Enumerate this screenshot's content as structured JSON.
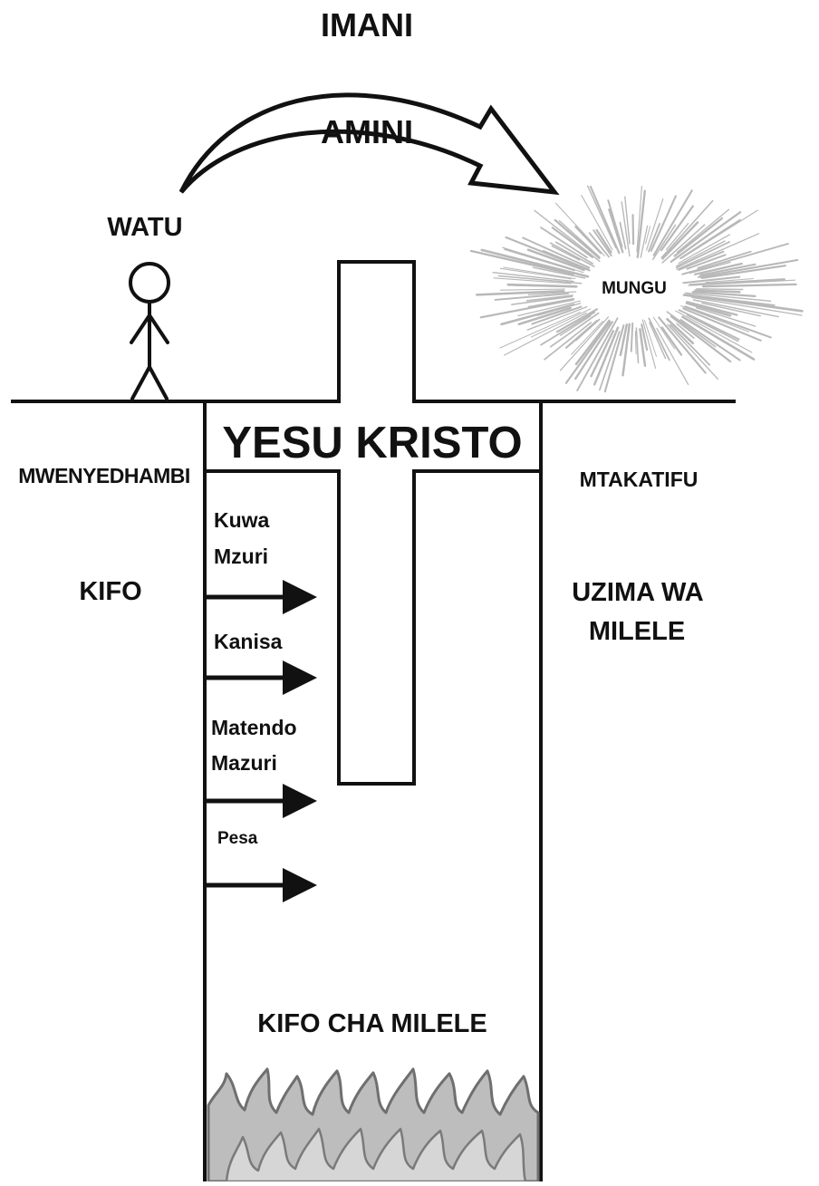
{
  "top": {
    "imani": "IMANI",
    "amini": "AMINI"
  },
  "left": {
    "watu": "WATU",
    "mwenyedhambi": "MWENYEDHAMBI",
    "kifo": "KIFO"
  },
  "right": {
    "mungu": "MUNGU",
    "mtakatifu": "MTAKATIFU",
    "uzima_line1": "UZIMA WA",
    "uzima_line2": "MILELE"
  },
  "cross": {
    "label": "YESU KRISTO"
  },
  "pit": {
    "attempts": [
      {
        "line1": "Kuwa",
        "line2": "Mzuri"
      },
      {
        "line1": "Kanisa",
        "line2": ""
      },
      {
        "line1": "Matendo",
        "line2": "Mazuri"
      },
      {
        "line1": "Pesa",
        "line2": ""
      }
    ],
    "bottom_label": "KIFO CHA MILELE"
  },
  "colors": {
    "ink": "#111111",
    "flame_fill": "#bdbdbd",
    "flame_stroke": "#6f6f6f",
    "burst": "#b8b8b8"
  },
  "icons": [
    "stick-figure-icon",
    "curved-arrow-icon",
    "light-burst-icon",
    "arrow-right-icon",
    "flames-icon"
  ]
}
